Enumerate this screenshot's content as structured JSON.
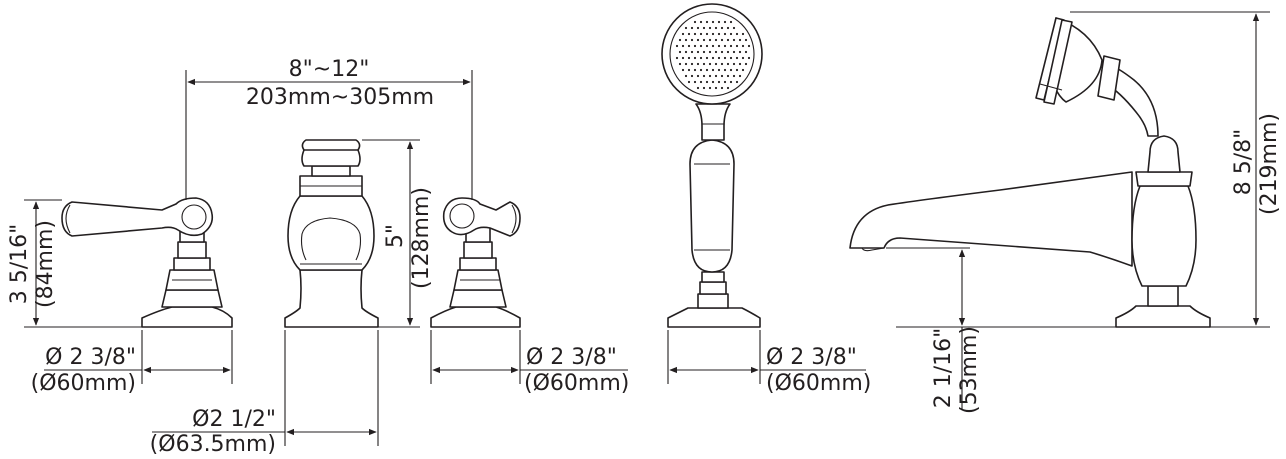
{
  "dimensions": {
    "center_spacing_in": "8\"~12\"",
    "center_spacing_mm": "203mm~305mm",
    "handle_height_in": "3 5/16\"",
    "handle_height_mm": "(84mm)",
    "spout_valve_height_in": "5\"",
    "spout_valve_height_mm": "(128mm)",
    "handle_base_left_in": "Ø 2 3/8\"",
    "handle_base_left_mm": "(Ø60mm)",
    "valve_base_in": "Ø2 1/2\"",
    "valve_base_mm": "(Ø63.5mm)",
    "handle_base_right_in": "Ø 2 3/8\"",
    "handle_base_right_mm": "(Ø60mm)",
    "handshower_base_in": "Ø 2 3/8\"",
    "handshower_base_mm": "(Ø60mm)",
    "spout_height_in": "2 1/16\"",
    "spout_height_mm": "(53mm)",
    "total_height_in": "8 5/8\"",
    "total_height_mm": "(219mm)"
  },
  "colors": {
    "line": "#231f20",
    "background": "#ffffff"
  }
}
